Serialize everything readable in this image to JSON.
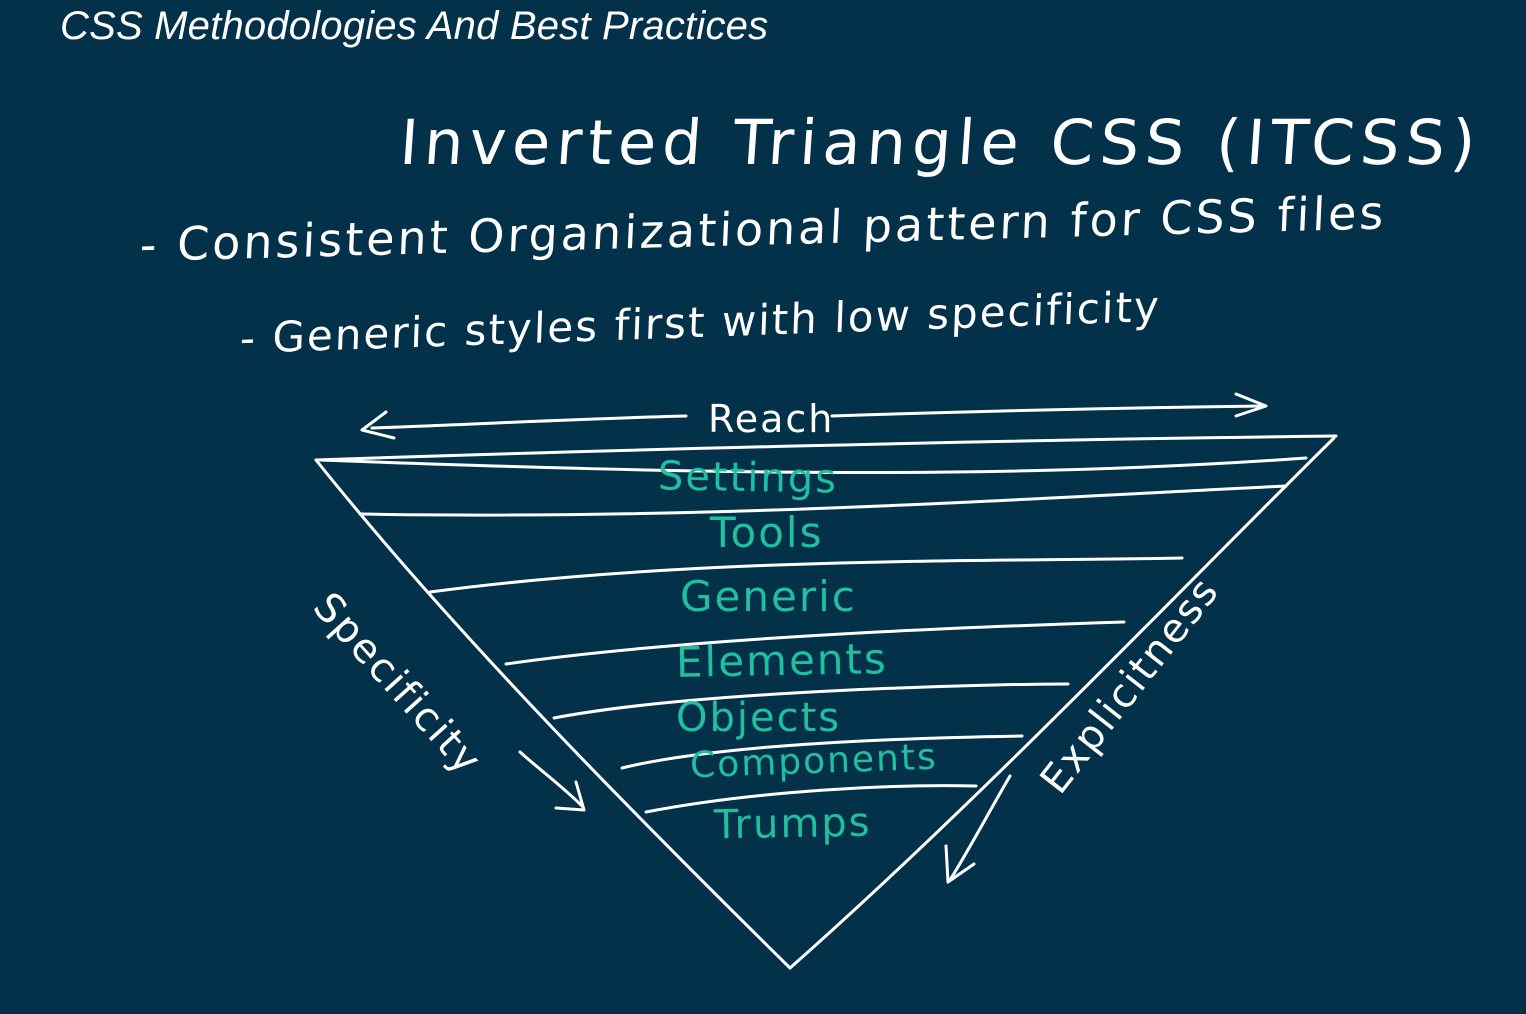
{
  "slide": {
    "title": "CSS Methodologies And Best Practices"
  },
  "whiteboard": {
    "heading": "Inverted Triangle CSS (ITCSS)",
    "bullets": [
      "- Consistent Organizational pattern for CSS files",
      "- Generic styles first with low specificity"
    ],
    "diagram": {
      "top_arrow_label": "Reach",
      "left_arrow_label": "Specificity",
      "right_arrow_label": "Explicitness",
      "layers": [
        "Settings",
        "Tools",
        "Generic",
        "Elements",
        "Objects",
        "Components",
        "Trumps"
      ],
      "layer_text_color": "#1fbfa0",
      "ink_color": "#ffffff",
      "board_color": "#03314a"
    }
  }
}
